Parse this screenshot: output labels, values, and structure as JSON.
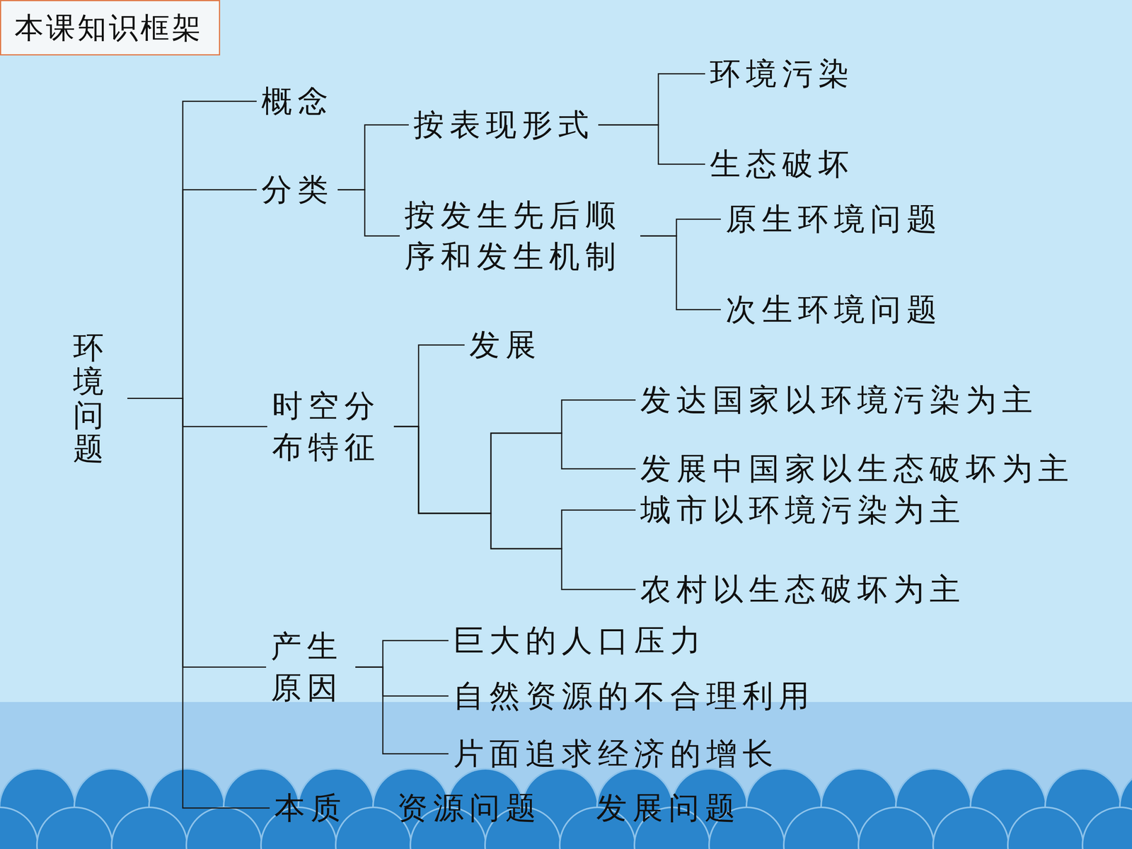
{
  "diagram": {
    "title": "本课知识框架",
    "nodes": [
      {
        "text": [
          "环境问题"
        ]
      },
      {
        "text": [
          "概念"
        ]
      },
      {
        "text": [
          "分类"
        ]
      },
      {
        "text": [
          "按表现形式"
        ]
      },
      {
        "text": [
          "环境污染"
        ]
      },
      {
        "text": [
          "生态破坏"
        ]
      },
      {
        "text": [
          "按发生先后顺 序和发生机制"
        ]
      },
      {
        "text": [
          "原生环境问题"
        ]
      },
      {
        "text": [
          "次生环境问题"
        ]
      },
      {
        "text": [
          "时空分 布特征"
        ]
      },
      {
        "text": [
          "发展"
        ]
      },
      {
        "text": [
          "发达国家以环境污染为主"
        ]
      },
      {
        "text": [
          "发展中国家以生态破坏为主"
        ]
      },
      {
        "text": [
          "城市以环境污染为主"
        ]
      },
      {
        "text": [
          "农村以生态破坏为主"
        ]
      },
      {
        "text": [
          "产生 原因"
        ]
      },
      {
        "text": [
          "巨大的人口压力"
        ]
      },
      {
        "text": [
          "自然资源的不合理利用"
        ]
      },
      {
        "text": [
          "片面追求经济的增长"
        ]
      },
      {
        "text": [
          "本质"
        ]
      }
    ],
    "edges": [
      {
        "from": 0,
        "to": 1,
        "arrow": "none"
      },
      {
        "from": 0,
        "to": 2,
        "arrow": "none"
      },
      {
        "from": 0,
        "to": 9,
        "arrow": "none"
      },
      {
        "from": 0,
        "to": 15,
        "arrow": "none"
      },
      {
        "from": 0,
        "to": 19,
        "arrow": "none"
      },
      {
        "from": 2,
        "to": 3,
        "arrow": "none"
      },
      {
        "from": 2,
        "to": 6,
        "arrow": "none"
      },
      {
        "from": 3,
        "to": 4,
        "arrow": "none"
      },
      {
        "from": 3,
        "to": 5,
        "arrow": "none"
      },
      {
        "from": 6,
        "to": 7,
        "arrow": "none"
      },
      {
        "from": 6,
        "to": 8,
        "arrow": "none"
      },
      {
        "from": 9,
        "to": 10,
        "arrow": "none"
      },
      {
        "from": 9,
        "to": 11,
        "arrow": "none"
      },
      {
        "from": 9,
        "to": 12,
        "arrow": "none"
      },
      {
        "from": 9,
        "to": 13,
        "arrow": "none"
      },
      {
        "from": 9,
        "to": 14,
        "arrow": "none"
      },
      {
        "from": 15,
        "to": 16,
        "arrow": "none"
      },
      {
        "from": 15,
        "to": 17,
        "arrow": "none"
      },
      {
        "from": 15,
        "to": 18,
        "arrow": "none"
      }
    ],
    "labels": [
      "资源问题",
      "发展问题"
    ]
  }
}
